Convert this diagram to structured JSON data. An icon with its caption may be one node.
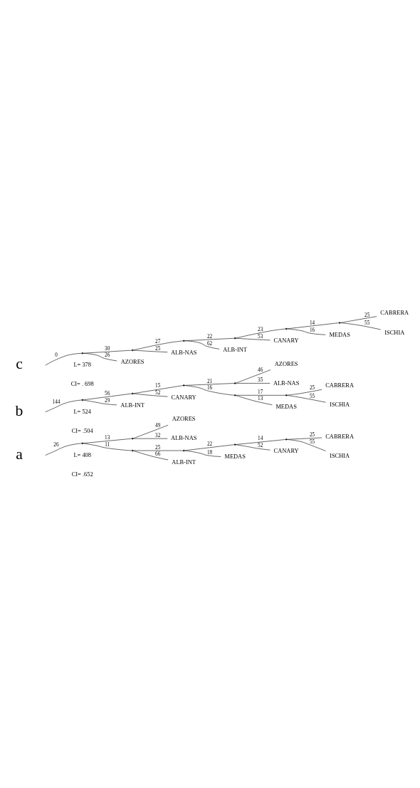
{
  "diagram": {
    "nodes": [
      {
        "text": [],
        "shape": "point"
      },
      {
        "text": [],
        "shape": "point"
      },
      {
        "text": [],
        "shape": "point"
      },
      {
        "text": [],
        "shape": "point"
      },
      {
        "text": [],
        "shape": "point"
      },
      {
        "text": [],
        "shape": "point"
      },
      {
        "text": [
          "AZORES"
        ]
      },
      {
        "text": [
          "ALB-NAS"
        ]
      },
      {
        "text": [
          "ALB-INT"
        ]
      },
      {
        "text": [
          "MEDAS"
        ]
      },
      {
        "text": [
          "CANARY"
        ]
      },
      {
        "text": [
          "CABRERA"
        ]
      },
      {
        "text": [
          "ISCHIA"
        ]
      },
      {
        "text": [],
        "shape": "point"
      },
      {
        "text": [],
        "shape": "point"
      },
      {
        "text": [],
        "shape": "point"
      },
      {
        "text": [],
        "shape": "point"
      },
      {
        "text": [],
        "shape": "point"
      },
      {
        "text": [],
        "shape": "point"
      },
      {
        "text": [
          "ALB-INT"
        ]
      },
      {
        "text": [
          "CANARY"
        ]
      },
      {
        "text": [
          "AZORES"
        ]
      },
      {
        "text": [
          "ALB-NAS"
        ]
      },
      {
        "text": [
          "MEDAS"
        ]
      },
      {
        "text": [
          "CABRERA"
        ]
      },
      {
        "text": [
          "ISCHIA"
        ]
      },
      {
        "text": [],
        "shape": "point"
      },
      {
        "text": [],
        "shape": "point"
      },
      {
        "text": [],
        "shape": "point"
      },
      {
        "text": [],
        "shape": "point"
      },
      {
        "text": [],
        "shape": "point"
      },
      {
        "text": [],
        "shape": "point"
      },
      {
        "text": [
          "AZORES"
        ]
      },
      {
        "text": [
          "ALB-NAS"
        ]
      },
      {
        "text": [
          "ALB-INT"
        ]
      },
      {
        "text": [
          "CANARY"
        ]
      },
      {
        "text": [
          "MEDAS"
        ]
      },
      {
        "text": [
          "CABRERA"
        ]
      },
      {
        "text": [
          "ISCHIA"
        ]
      }
    ],
    "edges": [
      {
        "from": null,
        "to": 0,
        "arrow": "none",
        "label": "26"
      },
      {
        "from": 0,
        "to": 1,
        "arrow": "none",
        "label": "13"
      },
      {
        "from": 1,
        "to": 6,
        "arrow": "none",
        "label": "49"
      },
      {
        "from": 1,
        "to": 7,
        "arrow": "none",
        "label": "32"
      },
      {
        "from": 0,
        "to": 2,
        "arrow": "none",
        "label": "11"
      },
      {
        "from": 2,
        "to": 8,
        "arrow": "none",
        "label": "66"
      },
      {
        "from": 2,
        "to": 3,
        "arrow": "none",
        "label": "25"
      },
      {
        "from": 3,
        "to": 9,
        "arrow": "none",
        "label": "18"
      },
      {
        "from": 3,
        "to": 4,
        "arrow": "none",
        "label": "22"
      },
      {
        "from": 4,
        "to": 10,
        "arrow": "none",
        "label": "52"
      },
      {
        "from": 4,
        "to": 5,
        "arrow": "none",
        "label": "14"
      },
      {
        "from": 5,
        "to": 11,
        "arrow": "none",
        "label": "25"
      },
      {
        "from": 5,
        "to": 12,
        "arrow": "none",
        "label": "55"
      },
      {
        "from": null,
        "to": 13,
        "arrow": "none",
        "label": "144"
      },
      {
        "from": 13,
        "to": 19,
        "arrow": "none",
        "label": "29"
      },
      {
        "from": 13,
        "to": 14,
        "arrow": "none",
        "label": "56"
      },
      {
        "from": 14,
        "to": 20,
        "arrow": "none",
        "label": "52"
      },
      {
        "from": 14,
        "to": 15,
        "arrow": "none",
        "label": "15"
      },
      {
        "from": 15,
        "to": 16,
        "arrow": "none",
        "label": "21"
      },
      {
        "from": 16,
        "to": 21,
        "arrow": "none",
        "label": "46"
      },
      {
        "from": 16,
        "to": 22,
        "arrow": "none",
        "label": "35"
      },
      {
        "from": 15,
        "to": 17,
        "arrow": "none",
        "label": "16"
      },
      {
        "from": 17,
        "to": 23,
        "arrow": "none",
        "label": "13"
      },
      {
        "from": 17,
        "to": 18,
        "arrow": "none",
        "label": "17"
      },
      {
        "from": 18,
        "to": 24,
        "arrow": "none",
        "label": "25"
      },
      {
        "from": 18,
        "to": 25,
        "arrow": "none",
        "label": "55"
      },
      {
        "from": null,
        "to": 26,
        "arrow": "none",
        "label": "0"
      },
      {
        "from": 26,
        "to": 32,
        "arrow": "none",
        "label": "26"
      },
      {
        "from": 26,
        "to": 27,
        "arrow": "none",
        "label": "30"
      },
      {
        "from": 27,
        "to": 33,
        "arrow": "none",
        "label": "25"
      },
      {
        "from": 27,
        "to": 28,
        "arrow": "none",
        "label": "27"
      },
      {
        "from": 28,
        "to": 34,
        "arrow": "none",
        "label": "62"
      },
      {
        "from": 28,
        "to": 29,
        "arrow": "none",
        "label": "22"
      },
      {
        "from": 29,
        "to": 35,
        "arrow": "none",
        "label": "53"
      },
      {
        "from": 29,
        "to": 30,
        "arrow": "none",
        "label": "23"
      },
      {
        "from": 30,
        "to": 36,
        "arrow": "none",
        "label": "16"
      },
      {
        "from": 30,
        "to": 31,
        "arrow": "none",
        "label": "14"
      },
      {
        "from": 31,
        "to": 37,
        "arrow": "none",
        "label": "25"
      },
      {
        "from": 31,
        "to": 38,
        "arrow": "none",
        "label": "55"
      }
    ],
    "labels": [
      "a",
      "L= 408",
      "CI= .652",
      "b",
      "L= 524",
      "CI= .504",
      "c",
      "L= 378",
      "CI= . 698"
    ]
  }
}
